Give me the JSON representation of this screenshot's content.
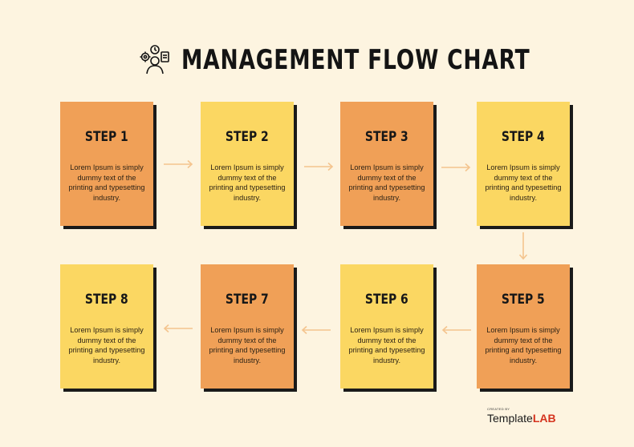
{
  "header": {
    "title": "MANAGEMENT FLOW CHART",
    "icon": "management-people-gear-icon"
  },
  "steps": [
    {
      "label": "STEP 1",
      "description": "Lorem Ipsum is simply dummy text of the printing and typesetting industry.",
      "color": "#f0a057"
    },
    {
      "label": "STEP 2",
      "description": "Lorem Ipsum is simply dummy text of the printing and typesetting industry.",
      "color": "#fbd762"
    },
    {
      "label": "STEP 3",
      "description": "Lorem Ipsum is simply dummy text of the printing and typesetting industry.",
      "color": "#f0a057"
    },
    {
      "label": "STEP 4",
      "description": "Lorem Ipsum is simply dummy text of the printing and typesetting industry.",
      "color": "#fbd762"
    },
    {
      "label": "STEP 5",
      "description": "Lorem Ipsum is simply dummy text of the printing and typesetting industry.",
      "color": "#f0a057"
    },
    {
      "label": "STEP 6",
      "description": "Lorem Ipsum is simply dummy text of the printing and typesetting industry.",
      "color": "#fbd762"
    },
    {
      "label": "STEP 7",
      "description": "Lorem Ipsum is simply dummy text of the printing and typesetting industry.",
      "color": "#f0a057"
    },
    {
      "label": "STEP 8",
      "description": "Lorem Ipsum is simply dummy text of the printing and typesetting industry.",
      "color": "#fbd762"
    }
  ],
  "connector_color": "#f4c48e",
  "footer": {
    "created_by": "CREATED BY",
    "brand_a": "Template",
    "brand_b": "LAB"
  }
}
